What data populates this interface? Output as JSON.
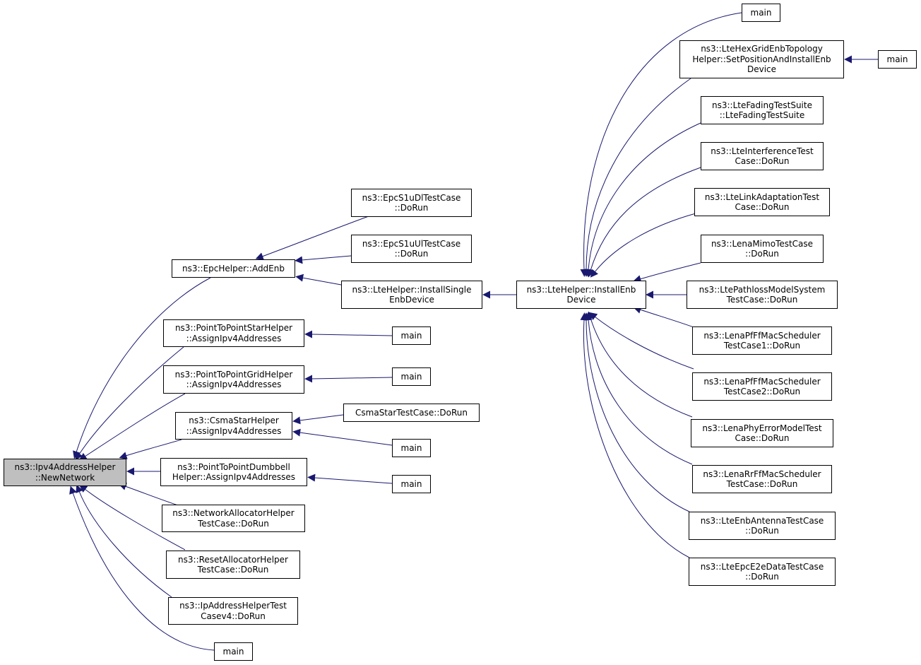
{
  "colors": {
    "edge": "#191970",
    "node_border": "#000000",
    "focus_fill": "#bfbfbf",
    "background": "#ffffff"
  },
  "nodes": {
    "new_network": "ns3::Ipv4AddressHelper\n::NewNetwork",
    "epc_add_enb": "ns3::EpcHelper::AddEnb",
    "p2p_star": "ns3::PointToPointStarHelper\n::AssignIpv4Addresses",
    "p2p_grid": "ns3::PointToPointGridHelper\n::AssignIpv4Addresses",
    "csma_star": "ns3::CsmaStarHelper\n::AssignIpv4Addresses",
    "p2p_dumbbell": "ns3::PointToPointDumbbell\nHelper::AssignIpv4Addresses",
    "network_allocator": "ns3::NetworkAllocatorHelper\nTestCase::DoRun",
    "reset_allocator": "ns3::ResetAllocatorHelper\nTestCase::DoRun",
    "ip_address_helper": "ns3::IpAddressHelperTest\nCasev4::DoRun",
    "main_bottom": "main",
    "epc_s1u_dl": "ns3::EpcS1uDlTestCase\n::DoRun",
    "epc_s1u_ul": "ns3::EpcS1uUlTestCase\n::DoRun",
    "install_single_enb": "ns3::LteHelper::InstallSingle\nEnbDevice",
    "main_star": "main",
    "main_grid": "main",
    "csma_star_testcase": "CsmaStarTestCase::DoRun",
    "main_csma": "main",
    "main_dumbbell": "main",
    "install_enb_device": "ns3::LteHelper::InstallEnb\nDevice",
    "main_top": "main",
    "hex_grid": "ns3::LteHexGridEnbTopology\nHelper::SetPositionAndInstallEnb\nDevice",
    "main_hex": "main",
    "fading": "ns3::LteFadingTestSuite\n::LteFadingTestSuite",
    "interference": "ns3::LteInterferenceTest\nCase::DoRun",
    "link_adaptation": "ns3::LteLinkAdaptationTest\nCase::DoRun",
    "mimo": "ns3::LenaMimoTestCase\n::DoRun",
    "pathloss": "ns3::LtePathlossModelSystem\nTestCase::DoRun",
    "pf_sched1": "ns3::LenaPfFfMacScheduler\nTestCase1::DoRun",
    "pf_sched2": "ns3::LenaPfFfMacScheduler\nTestCase2::DoRun",
    "phy_error": "ns3::LenaPhyErrorModelTest\nCase::DoRun",
    "rr_sched": "ns3::LenaRrFfMacScheduler\nTestCase::DoRun",
    "enb_antenna": "ns3::LteEnbAntennaTestCase\n::DoRun",
    "epc_e2e": "ns3::LteEpcE2eDataTestCase\n::DoRun"
  }
}
